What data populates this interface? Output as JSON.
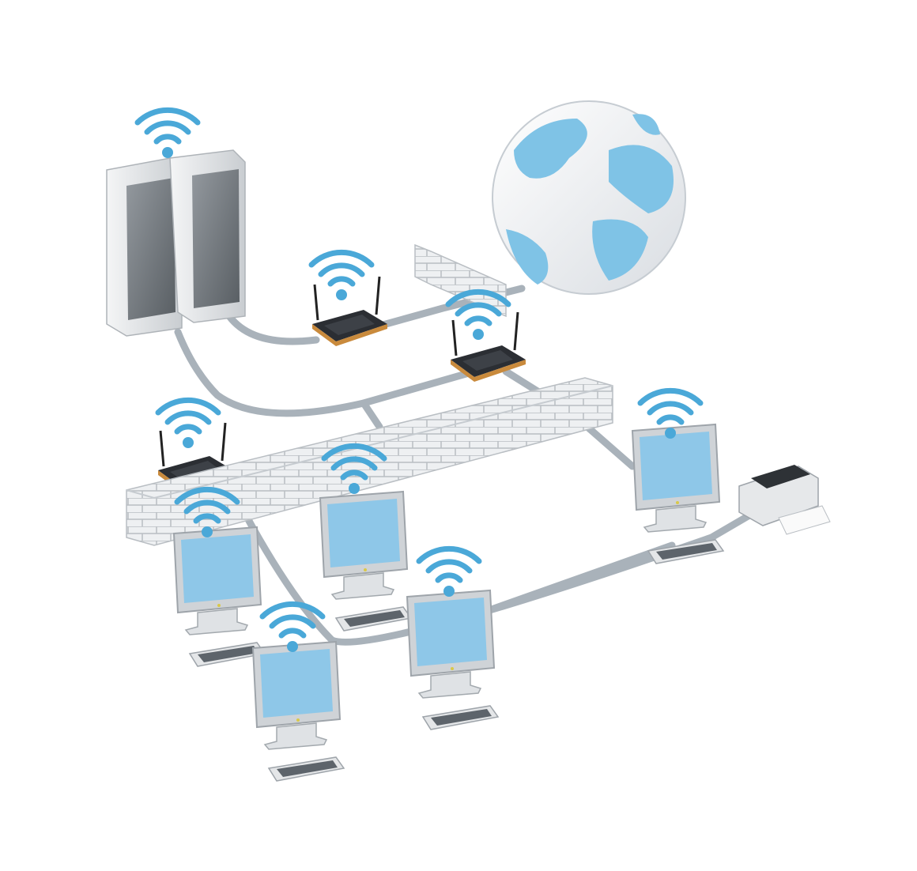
{
  "scene": {
    "background": "#ffffff",
    "colors": {
      "wifi": "#4aa8d8",
      "screen": "#8ec7e8",
      "globe_land": "#7fc3e6",
      "globe_ocean": "#f2f4f6",
      "cable": "#a9b2ba",
      "wall": "#eef0f2",
      "router": "#2b2e33",
      "router_trim": "#c98a3c",
      "device_frame": "#cfd3d7"
    },
    "components": [
      {
        "type": "server-rack",
        "icon": "server-icon",
        "count": 2,
        "wireless": true
      },
      {
        "type": "globe",
        "icon": "globe-icon"
      },
      {
        "type": "router",
        "icon": "router-icon",
        "count": 3,
        "wireless": true
      },
      {
        "type": "firewall",
        "icon": "brick-wall-icon",
        "count": 2
      },
      {
        "type": "computer",
        "icon": "computer-icon",
        "count": 5,
        "wireless": true
      },
      {
        "type": "printer",
        "icon": "printer-icon"
      }
    ]
  }
}
